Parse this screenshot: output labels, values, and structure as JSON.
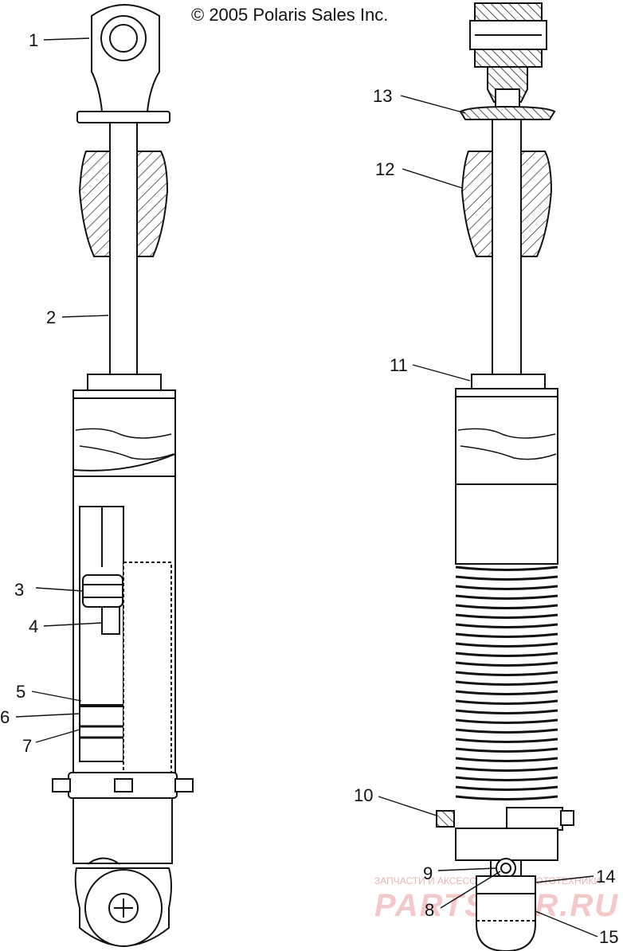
{
  "copyright": "© 2005 Polaris Sales Inc.",
  "callouts": [
    "1",
    "2",
    "3",
    "4",
    "5",
    "6",
    "7",
    "8",
    "9",
    "10",
    "11",
    "12",
    "13",
    "14",
    "15"
  ],
  "watermark": {
    "line1": "ЗАПЧАСТИ И АКСЕССУАРЫ ДЛЯ МОТОТЕХНИКИ",
    "line2": "PARTSFOR.RU"
  },
  "colors": {
    "line": "#111111",
    "watermark": "#e8a8a8"
  }
}
